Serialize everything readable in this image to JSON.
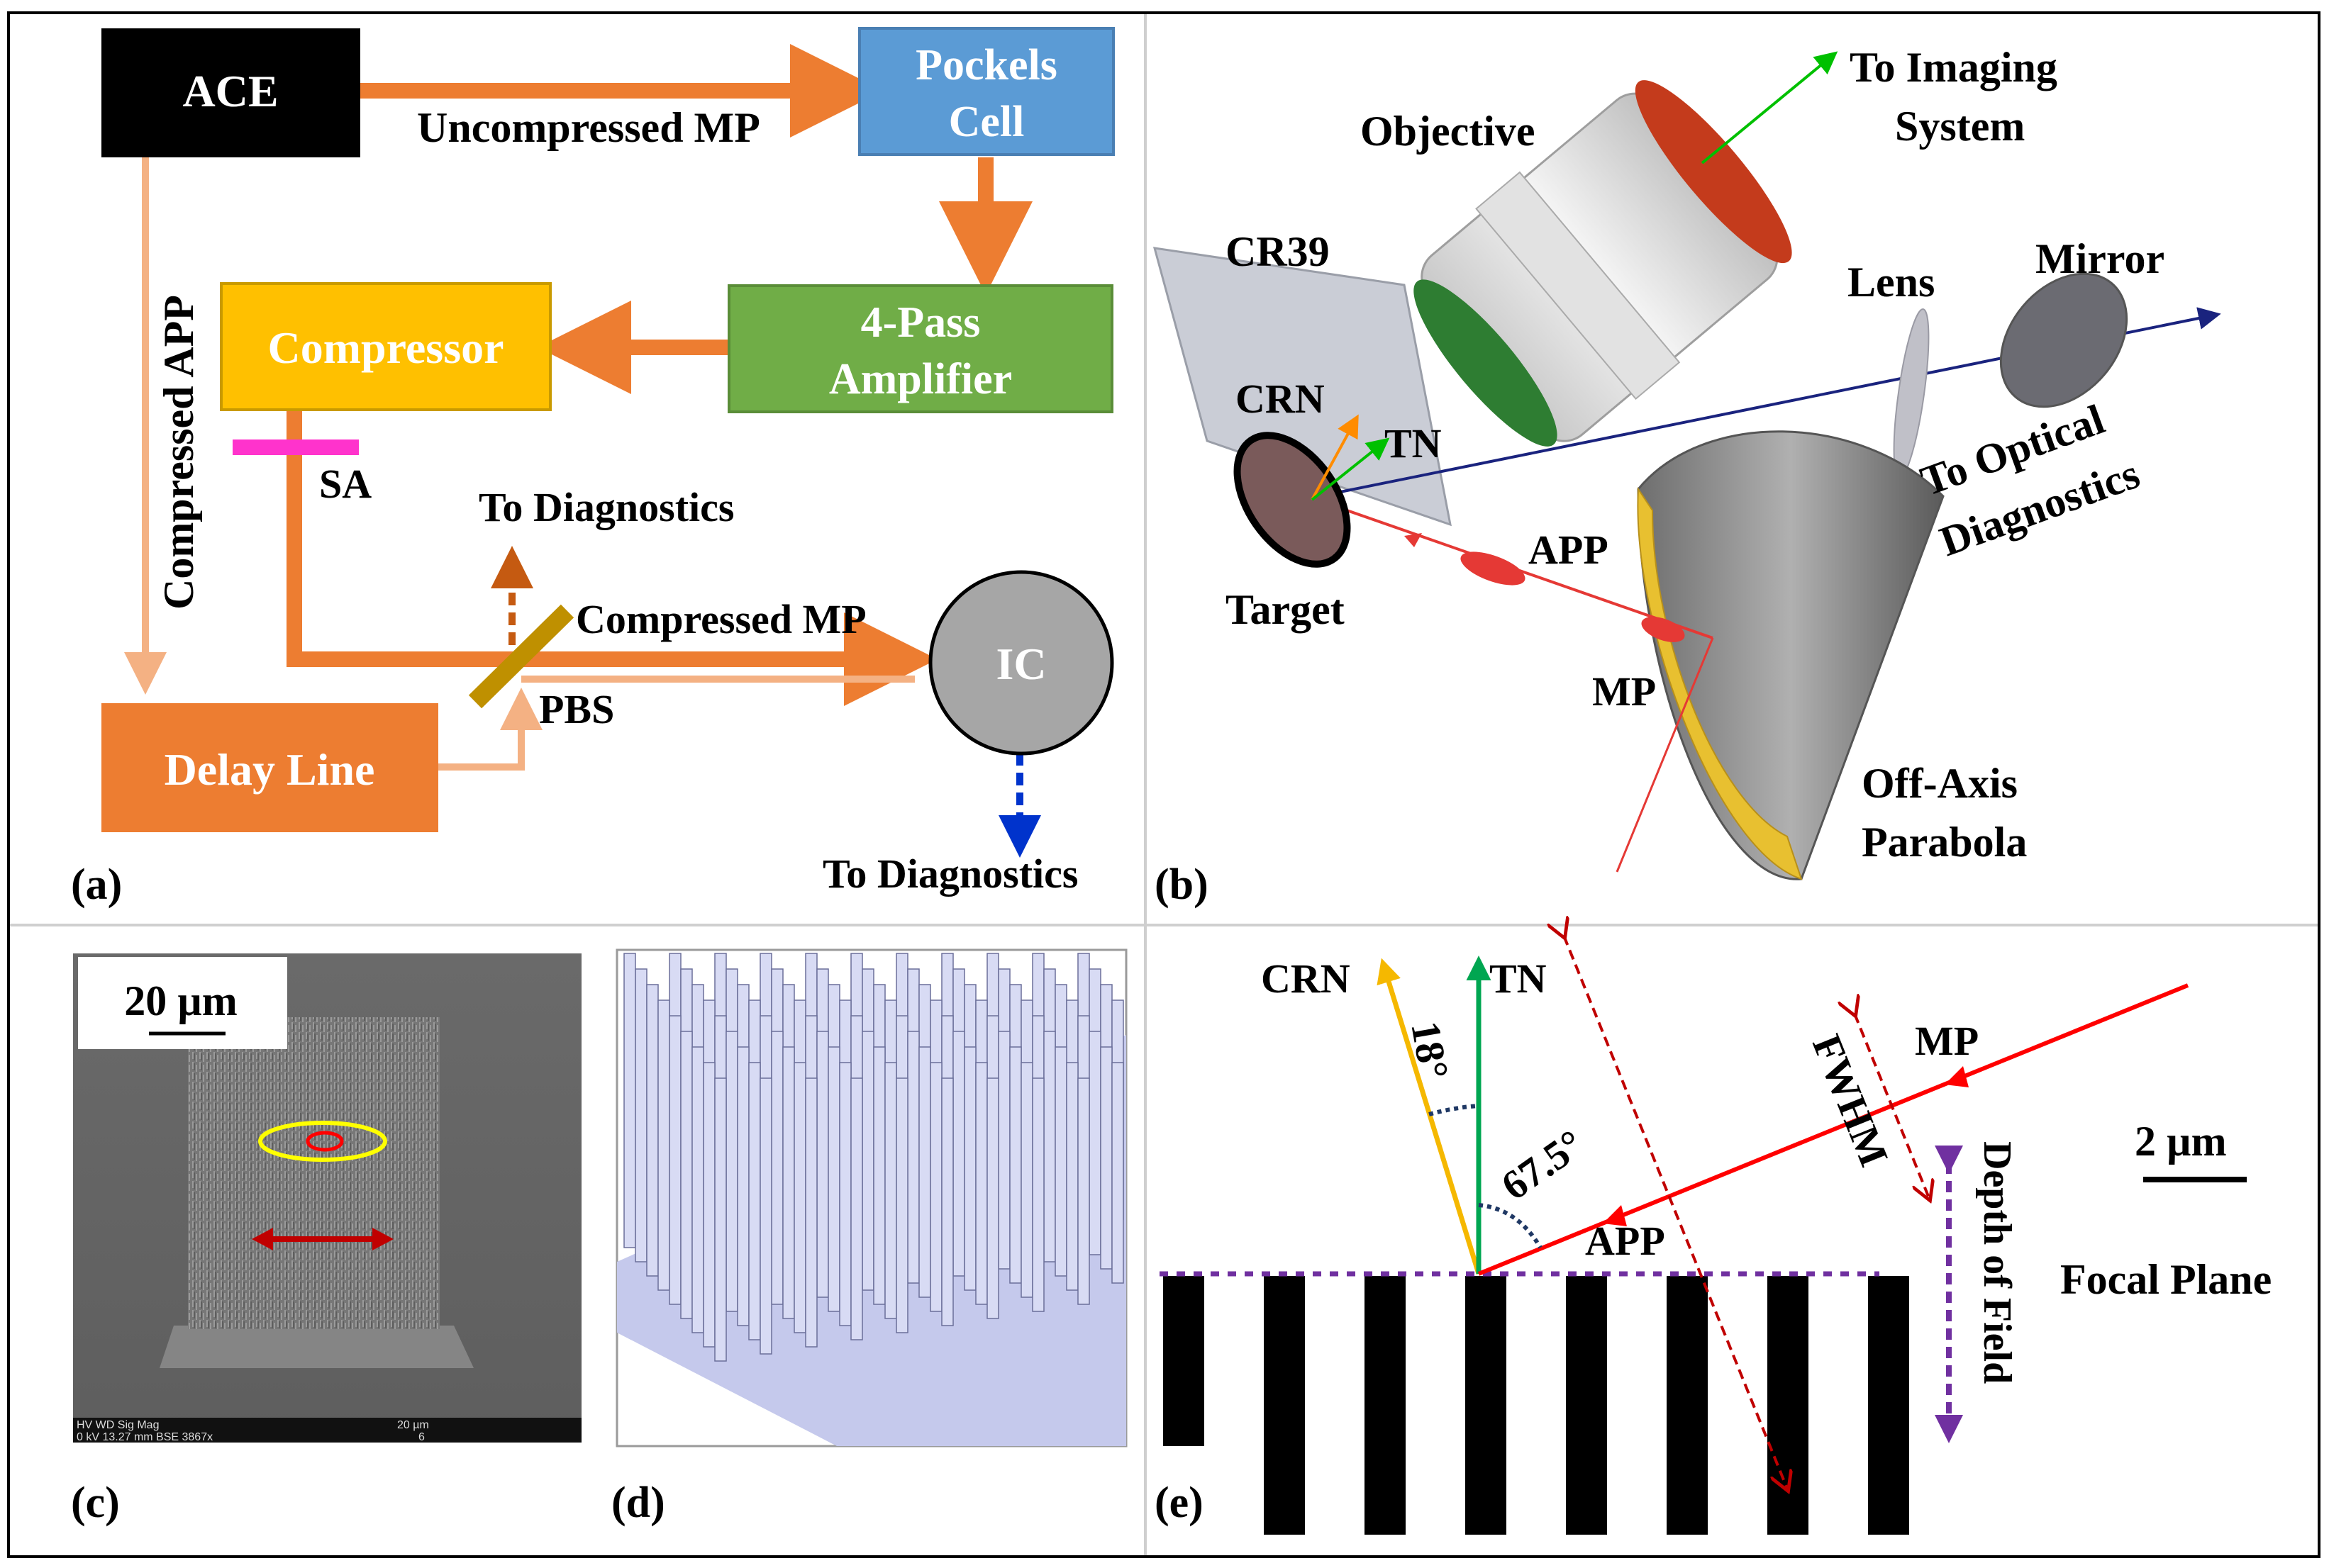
{
  "panel_labels": {
    "a": "(a)",
    "b": "(b)",
    "c": "(c)",
    "d": "(d)",
    "e": "(e)"
  },
  "panel_a": {
    "ace": "ACE",
    "pockels_line1": "Pockels",
    "pockels_line2": "Cell",
    "amplifier_line1": "4-Pass",
    "amplifier_line2": "Amplifier",
    "compressor": "Compressor",
    "delay_line": "Delay Line",
    "ic": "IC",
    "uncompressed_mp": "Uncompressed MP",
    "compressed_app": "Compressed APP",
    "sa": "SA",
    "to_diagnostics_top": "To Diagnostics",
    "compressed_mp": "Compressed MP",
    "pbs": "PBS",
    "to_diagnostics_bottom": "To Diagnostics",
    "colors": {
      "ace": "#000000",
      "pockels": "#5b9bd5",
      "amplifier": "#70ad47",
      "compressor": "#ffc000",
      "delay_line": "#ed7d31",
      "ic": "#a6a6a6",
      "beam": "#ed7d31",
      "app_beam": "#f4b183",
      "sa": "#ff33cc",
      "pbs": "#bf9000",
      "diag_brown": "#c55a11",
      "diag_blue": "#0033cc"
    }
  },
  "panel_b": {
    "to_imaging_line1": "To Imaging",
    "to_imaging_line2": "System",
    "objective": "Objective",
    "cr39": "CR39",
    "lens": "Lens",
    "mirror": "Mirror",
    "crn": "CRN",
    "tn": "TN",
    "to_optical_line1": "To Optical",
    "to_optical_line2": "Diagnostics",
    "app": "APP",
    "target": "Target",
    "mp": "MP",
    "off_axis_line1": "Off-Axis",
    "off_axis_line2": "Parabola"
  },
  "panel_c": {
    "scale_bar": "20 µm",
    "sem_footer_line1": "HV    WD     Sig   Mag",
    "sem_footer_line2": "0 kV 13.27 mm BSE 3867x",
    "sem_footer_scale": "20 µm",
    "sem_footer_num": "6"
  },
  "panel_e": {
    "crn": "CRN",
    "tn": "TN",
    "angle_18": "18°",
    "angle_67": "67.5°",
    "mp": "MP",
    "fwhm": "FWHM",
    "app": "APP",
    "depth_of_field": "Depth of Field",
    "scale_bar": "2 µm",
    "focal_plane": "Focal Plane",
    "colors": {
      "crn": "#f5b800",
      "tn": "#00a651",
      "laser": "#ff0000",
      "fwhm": "#c00000",
      "focal": "#7030a0",
      "angle_arc": "#1f3864"
    }
  }
}
